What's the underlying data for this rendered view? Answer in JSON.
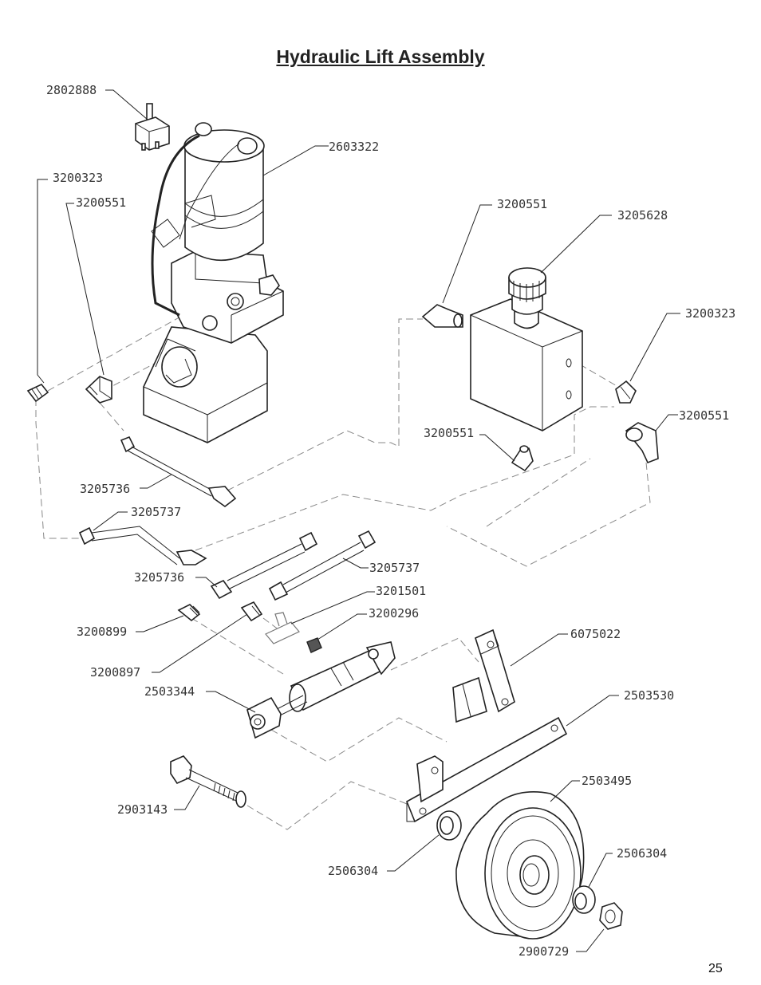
{
  "title": "Hydraulic Lift Assembly",
  "page_number": "25",
  "part_labels": {
    "pump_switch": "2802888",
    "power_unit": "2603322",
    "fitting_left_a": "3200323",
    "elbow_left": "3200551",
    "elbow_valve_top": "3200551",
    "valve_knob": "3205628",
    "fitting_right": "3200323",
    "elbow_right": "3200551",
    "elbow_valve_bottom": "3200551",
    "hose_upper": "3205736",
    "tube_bent": "3205737",
    "hose_lower": "3205736",
    "tube_straight": "3205737",
    "tee_fitting": "3201501",
    "plug_fitting": "3200296",
    "elbow_899": "3200899",
    "elbow_897": "3200897",
    "cylinder": "2503344",
    "bracket": "6075022",
    "bar": "2503530",
    "bolt": "2903143",
    "wheel": "2503495",
    "spacer_left": "2506304",
    "spacer_right": "2506304",
    "nut": "2900729"
  }
}
